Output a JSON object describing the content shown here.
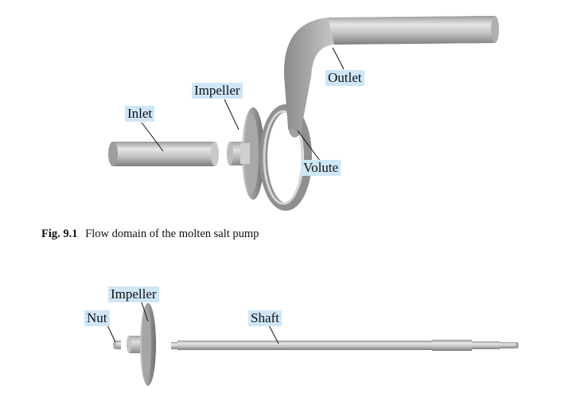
{
  "figure1": {
    "labels": {
      "inlet": "Inlet",
      "impeller": "Impeller",
      "outlet": "Outlet",
      "volute": "Volute"
    },
    "caption": {
      "number": "Fig. 9.1",
      "text": "Flow domain of the molten salt pump"
    }
  },
  "figure2": {
    "labels": {
      "nut": "Nut",
      "impeller": "Impeller",
      "shaft": "Shaft"
    }
  }
}
